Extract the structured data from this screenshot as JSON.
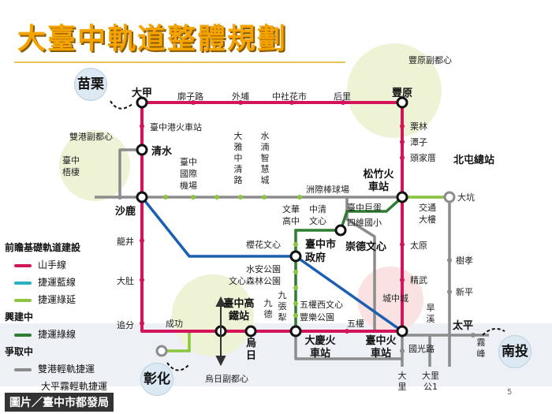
{
  "title": "大臺中軌道整體規劃",
  "source": "圖片／臺中市都發局",
  "page_number": "5",
  "colors": {
    "title": "#f5a300",
    "red_line": "#d4145a",
    "blue_line": "#1b5fb0",
    "light_green_line": "#8cc63f",
    "dark_green_line": "#2e7d32",
    "gray_line": "#8c8c8c"
  },
  "legend": {
    "section1": "前瞻基礎軌道建設",
    "mountain_line": "山手線",
    "blue_line": "捷運藍線",
    "green_ext": "捷運綠延",
    "section2": "興建中",
    "green_line": "捷運綠線",
    "section3": "爭取中",
    "shuanggang": "雙港輕軌捷運",
    "taiping": "大平霧輕軌捷運"
  },
  "regions": {
    "miaoli": "苗栗",
    "changhua": "彰化",
    "nantou": "南投"
  },
  "districts": {
    "fengyuan": "豐原副都心",
    "shuanggang": "雙港副都心",
    "wuri": "烏日副都心",
    "beitun": "北屯總站"
  },
  "stations": {
    "dajia": "大甲",
    "fengyuan": "豐原",
    "liaozilu": "廓子路",
    "waipu": "外埔",
    "zhongshe": "中社花市",
    "houli": "后里",
    "zhonggang_train": "臺中港火車站",
    "qingshui": "清水",
    "shalu": "沙鹿",
    "longjing": "龍井",
    "dadu": "大肚",
    "zhuifen": "追分",
    "chenggong": "成功",
    "hsr": "臺中高鐵站",
    "wuri": "烏日",
    "daqing": "大慶火車站",
    "taichung_train": "臺中火車站",
    "wuquan": "五權",
    "liming": "栗林",
    "tanzi": "潭子",
    "toujia": "頭家厝",
    "songzhu": "松竹火車站",
    "dakeng": "大坑",
    "taiyuan": "太原",
    "jingwu": "精武",
    "chenggongcheng": "城中城",
    "shuxiao": "樹孝",
    "xinping": "新平",
    "taiping": "太平",
    "guoguang": "國光路",
    "daliwuwu": "大里",
    "daligong1": "大里公1",
    "wufeng": "霧峰",
    "jianxi": "旱溪",
    "jiaotong": "交通大樓",
    "zhouji": "洲際棒球場",
    "juju": "臺中巨蛋",
    "siwei": "四維國小",
    "chongde": "崇德文心",
    "wenhua": "文華高中",
    "zhongqing": "中清文心",
    "yinghua": "櫻花文心",
    "city_hall": "臺中市政府",
    "shuian": "水安公園",
    "wenxin_forest": "文心森林公園",
    "wuquan_wenxin": "五權西文心",
    "fengle": "豐樂公園",
    "jiuzhangli": "九張犁",
    "jiude": "九德",
    "zhonggang_tongli": "臺中梧棲",
    "dazhong_hsr": "大雅中清路",
    "shuinan": "水湳智慧城",
    "zhongke": "臺中國際機場"
  }
}
